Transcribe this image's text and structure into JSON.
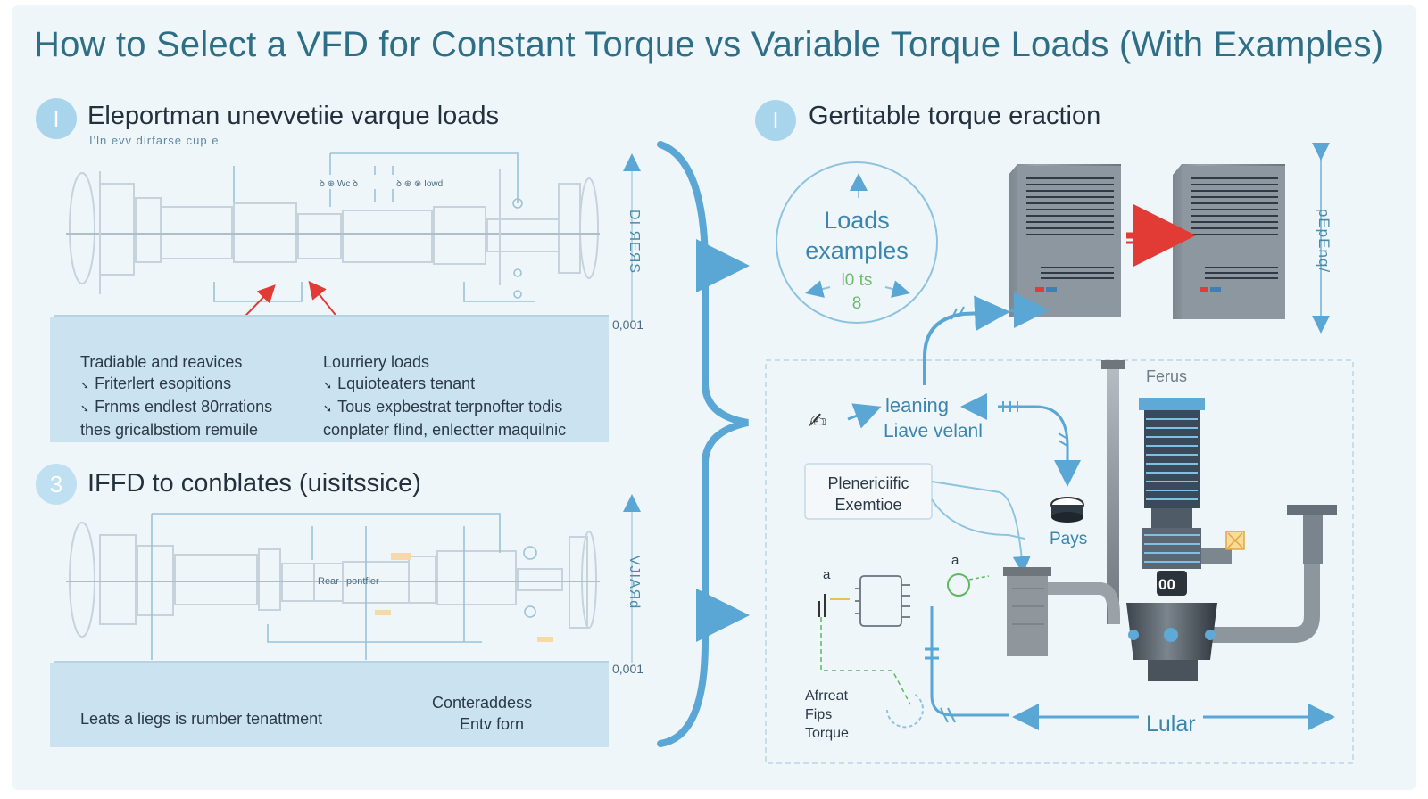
{
  "title": "How to Select a VFD for Constant Torque vs Variable Torque Loads (With Examples)",
  "section1": {
    "badge": "I",
    "heading": "Eleportman unevvetiie varque loads",
    "subheading": "I'ln evv dirfarse cup e",
    "diagram_labels": {
      "vertical": "DI ЯEЯS",
      "tick": "0,001",
      "tag1": "ꝺ ⊕ Wc ꝺ",
      "tag2": "ꝺ ⊕ ⊗ Iowd"
    },
    "left_col": {
      "heading": "Tradiable and reavices",
      "bullets": [
        "Friterlert esopitions",
        "Frnms endlest 80rrations"
      ],
      "extra": "thes gricalbstiom remuile"
    },
    "right_col": {
      "heading": "Lourriery loads",
      "bullets": [
        "Lquioteaters tenant",
        "Tous expbestrat terpnofter todis"
      ],
      "extra": "conplater flind, enlectter maquilnic"
    }
  },
  "section2": {
    "badge": "3",
    "heading": "IFFD to conblates (uisitssice)",
    "diagram_labels": {
      "vertical": "VJIAЯd",
      "tick": "0,001",
      "box1": "Rear",
      "box2": "pontfler"
    },
    "left_text": "Leats a liegs is rumber tenattment",
    "right_text_line1": "Conteraddess",
    "right_text_line2": "Entv forn"
  },
  "section3": {
    "badge": "I",
    "heading": "Gertitable torque eraction",
    "loads_circle": {
      "line1": "Loads",
      "line2": "examples",
      "line3": "l0 ts",
      "line4": "8"
    },
    "vertical_right": "pEpEnq/",
    "labels": {
      "learning": "leaning",
      "liave": "Liave velanl",
      "plenericific_1": "Plenericiific",
      "plenericific_2": "Exemtioe",
      "pays": "Pays",
      "ferus": "Ferus",
      "pump_badge": "00",
      "a1": "a",
      "a2": "a",
      "afrreat_1": "Afrreat",
      "afrreat_2": "Fips",
      "afrreat_3": "Torque",
      "lular": "Lular"
    }
  },
  "colors": {
    "accent": "#2e6e86",
    "panel": "#cbe2f0",
    "arrow_blue": "#5aa7d6",
    "red_arrow": "#e23a34",
    "background": "#eff6fa"
  }
}
